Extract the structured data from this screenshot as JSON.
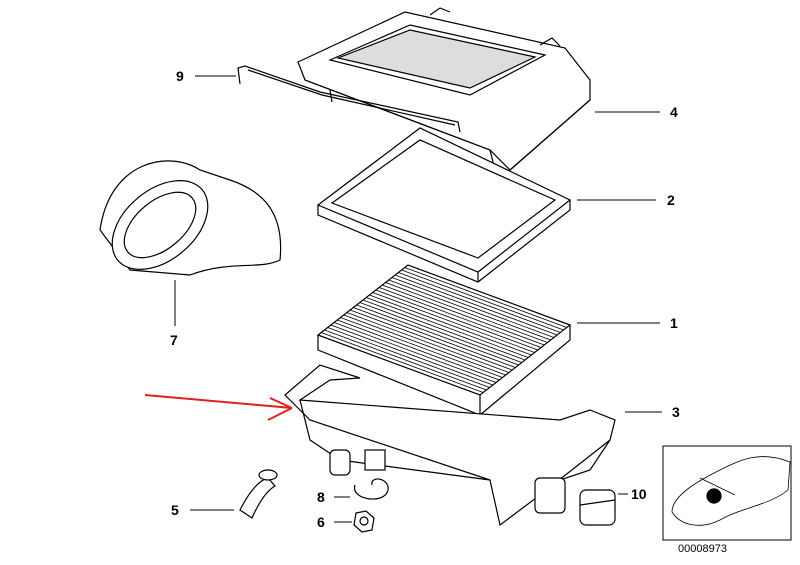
{
  "callouts": {
    "p9": "9",
    "p4": "4",
    "p2": "2",
    "p7": "7",
    "p1": "1",
    "p3": "3",
    "p5": "5",
    "p8": "8",
    "p6": "6",
    "p10": "10"
  },
  "diagram_number": "00008973",
  "colors": {
    "arrow": "#e0201c",
    "line": "#000000"
  }
}
